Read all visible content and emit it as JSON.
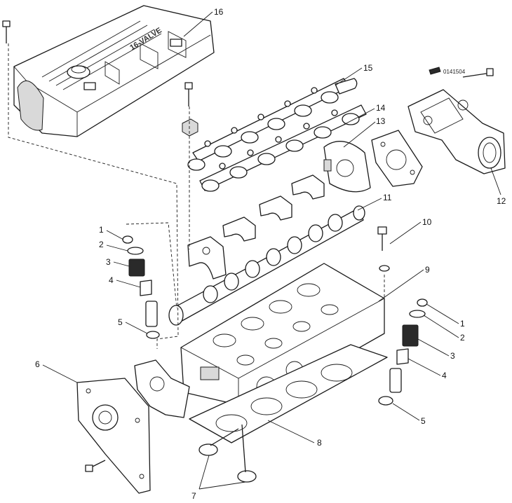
{
  "cover_text": "16-VALVE",
  "figure_code": "0141504",
  "callouts": [
    {
      "id": "c16",
      "text": "16"
    },
    {
      "id": "c15",
      "text": "15"
    },
    {
      "id": "c14",
      "text": "14"
    },
    {
      "id": "c13",
      "text": "13"
    },
    {
      "id": "c12",
      "text": "12"
    },
    {
      "id": "c11",
      "text": "11"
    },
    {
      "id": "c10",
      "text": "10"
    },
    {
      "id": "c9",
      "text": "9"
    },
    {
      "id": "c8",
      "text": "8"
    },
    {
      "id": "c7",
      "text": "7"
    },
    {
      "id": "c6",
      "text": "6"
    },
    {
      "id": "c1a",
      "text": "1"
    },
    {
      "id": "c2a",
      "text": "2"
    },
    {
      "id": "c3a",
      "text": "3"
    },
    {
      "id": "c4a",
      "text": "4"
    },
    {
      "id": "c5a",
      "text": "5"
    },
    {
      "id": "c1b",
      "text": "1"
    },
    {
      "id": "c2b",
      "text": "2"
    },
    {
      "id": "c3b",
      "text": "3"
    },
    {
      "id": "c4b",
      "text": "4"
    },
    {
      "id": "c5b",
      "text": "5"
    }
  ]
}
